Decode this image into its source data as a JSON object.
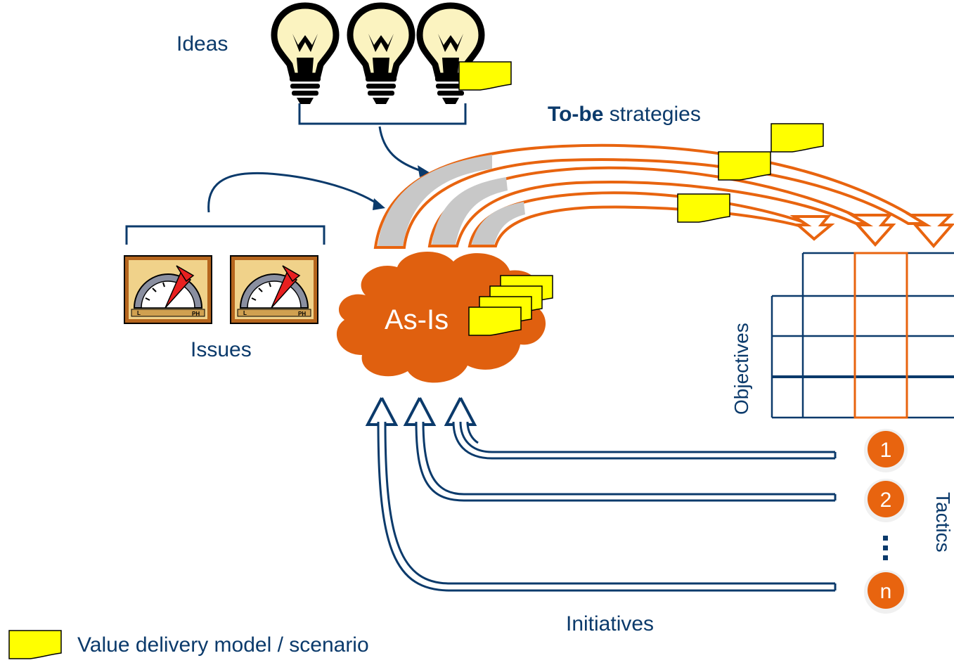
{
  "labels": {
    "ideas": "Ideas",
    "issues": "Issues",
    "as_is": "As-Is",
    "to_be_bold": "To-be",
    "to_be_rest": " strategies",
    "objectives": "Objectives",
    "tactics": "Tactics",
    "initiatives": "Initiatives",
    "legend": "Value delivery model / scenario"
  },
  "tactic_markers": [
    "1",
    "2",
    "n"
  ],
  "colors": {
    "navy": "#0b3a6b",
    "orange": "#e8640f",
    "cloud": "#e0600f",
    "note_yellow": "#ffff00",
    "bulb_glass": "#fbf3c0",
    "arc_gray": "#c8c8c8"
  },
  "icons": {
    "idea": "lightbulb-icon",
    "issue": "gauge-meter-icon",
    "note": "sticky-note-icon"
  }
}
